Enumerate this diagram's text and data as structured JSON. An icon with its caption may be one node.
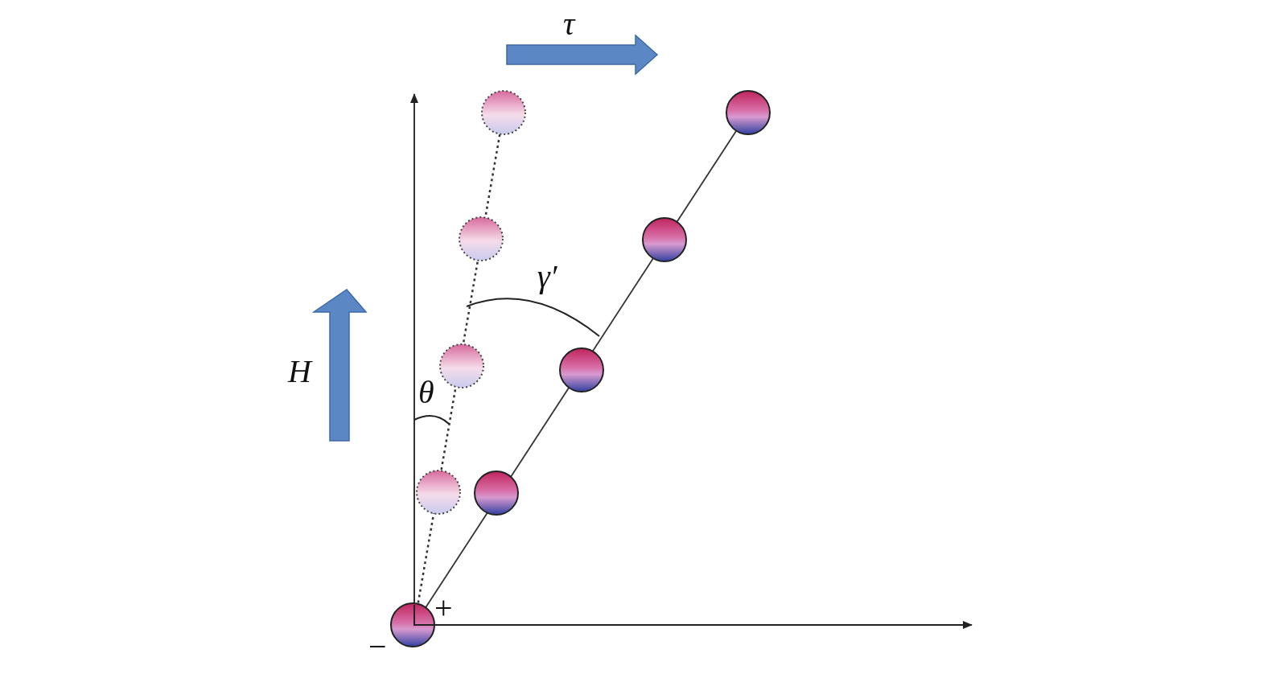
{
  "diagram": {
    "labels": [
      "τ",
      "γ′",
      "H",
      "θ",
      "+",
      "−"
    ]
  }
}
